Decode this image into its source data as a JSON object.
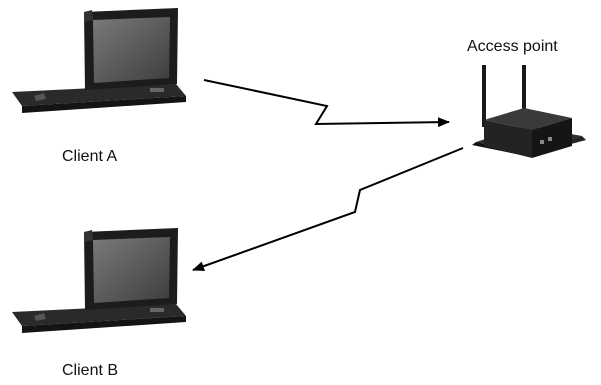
{
  "nodes": {
    "client_a": {
      "label": "Client A",
      "icon": "laptop-icon"
    },
    "client_b": {
      "label": "Client B",
      "icon": "laptop-icon"
    },
    "access_point": {
      "label": "Access point",
      "icon": "wireless-router-icon"
    }
  },
  "links": [
    {
      "from": "client_a",
      "to": "access_point",
      "type": "wireless",
      "arrow": "to"
    },
    {
      "from": "access_point",
      "to": "client_b",
      "type": "wireless",
      "arrow": "to"
    }
  ],
  "colors": {
    "background": "#ffffff",
    "line": "#000000",
    "device_dark": "#1e1e1e",
    "screen": "#5a5a5a"
  }
}
